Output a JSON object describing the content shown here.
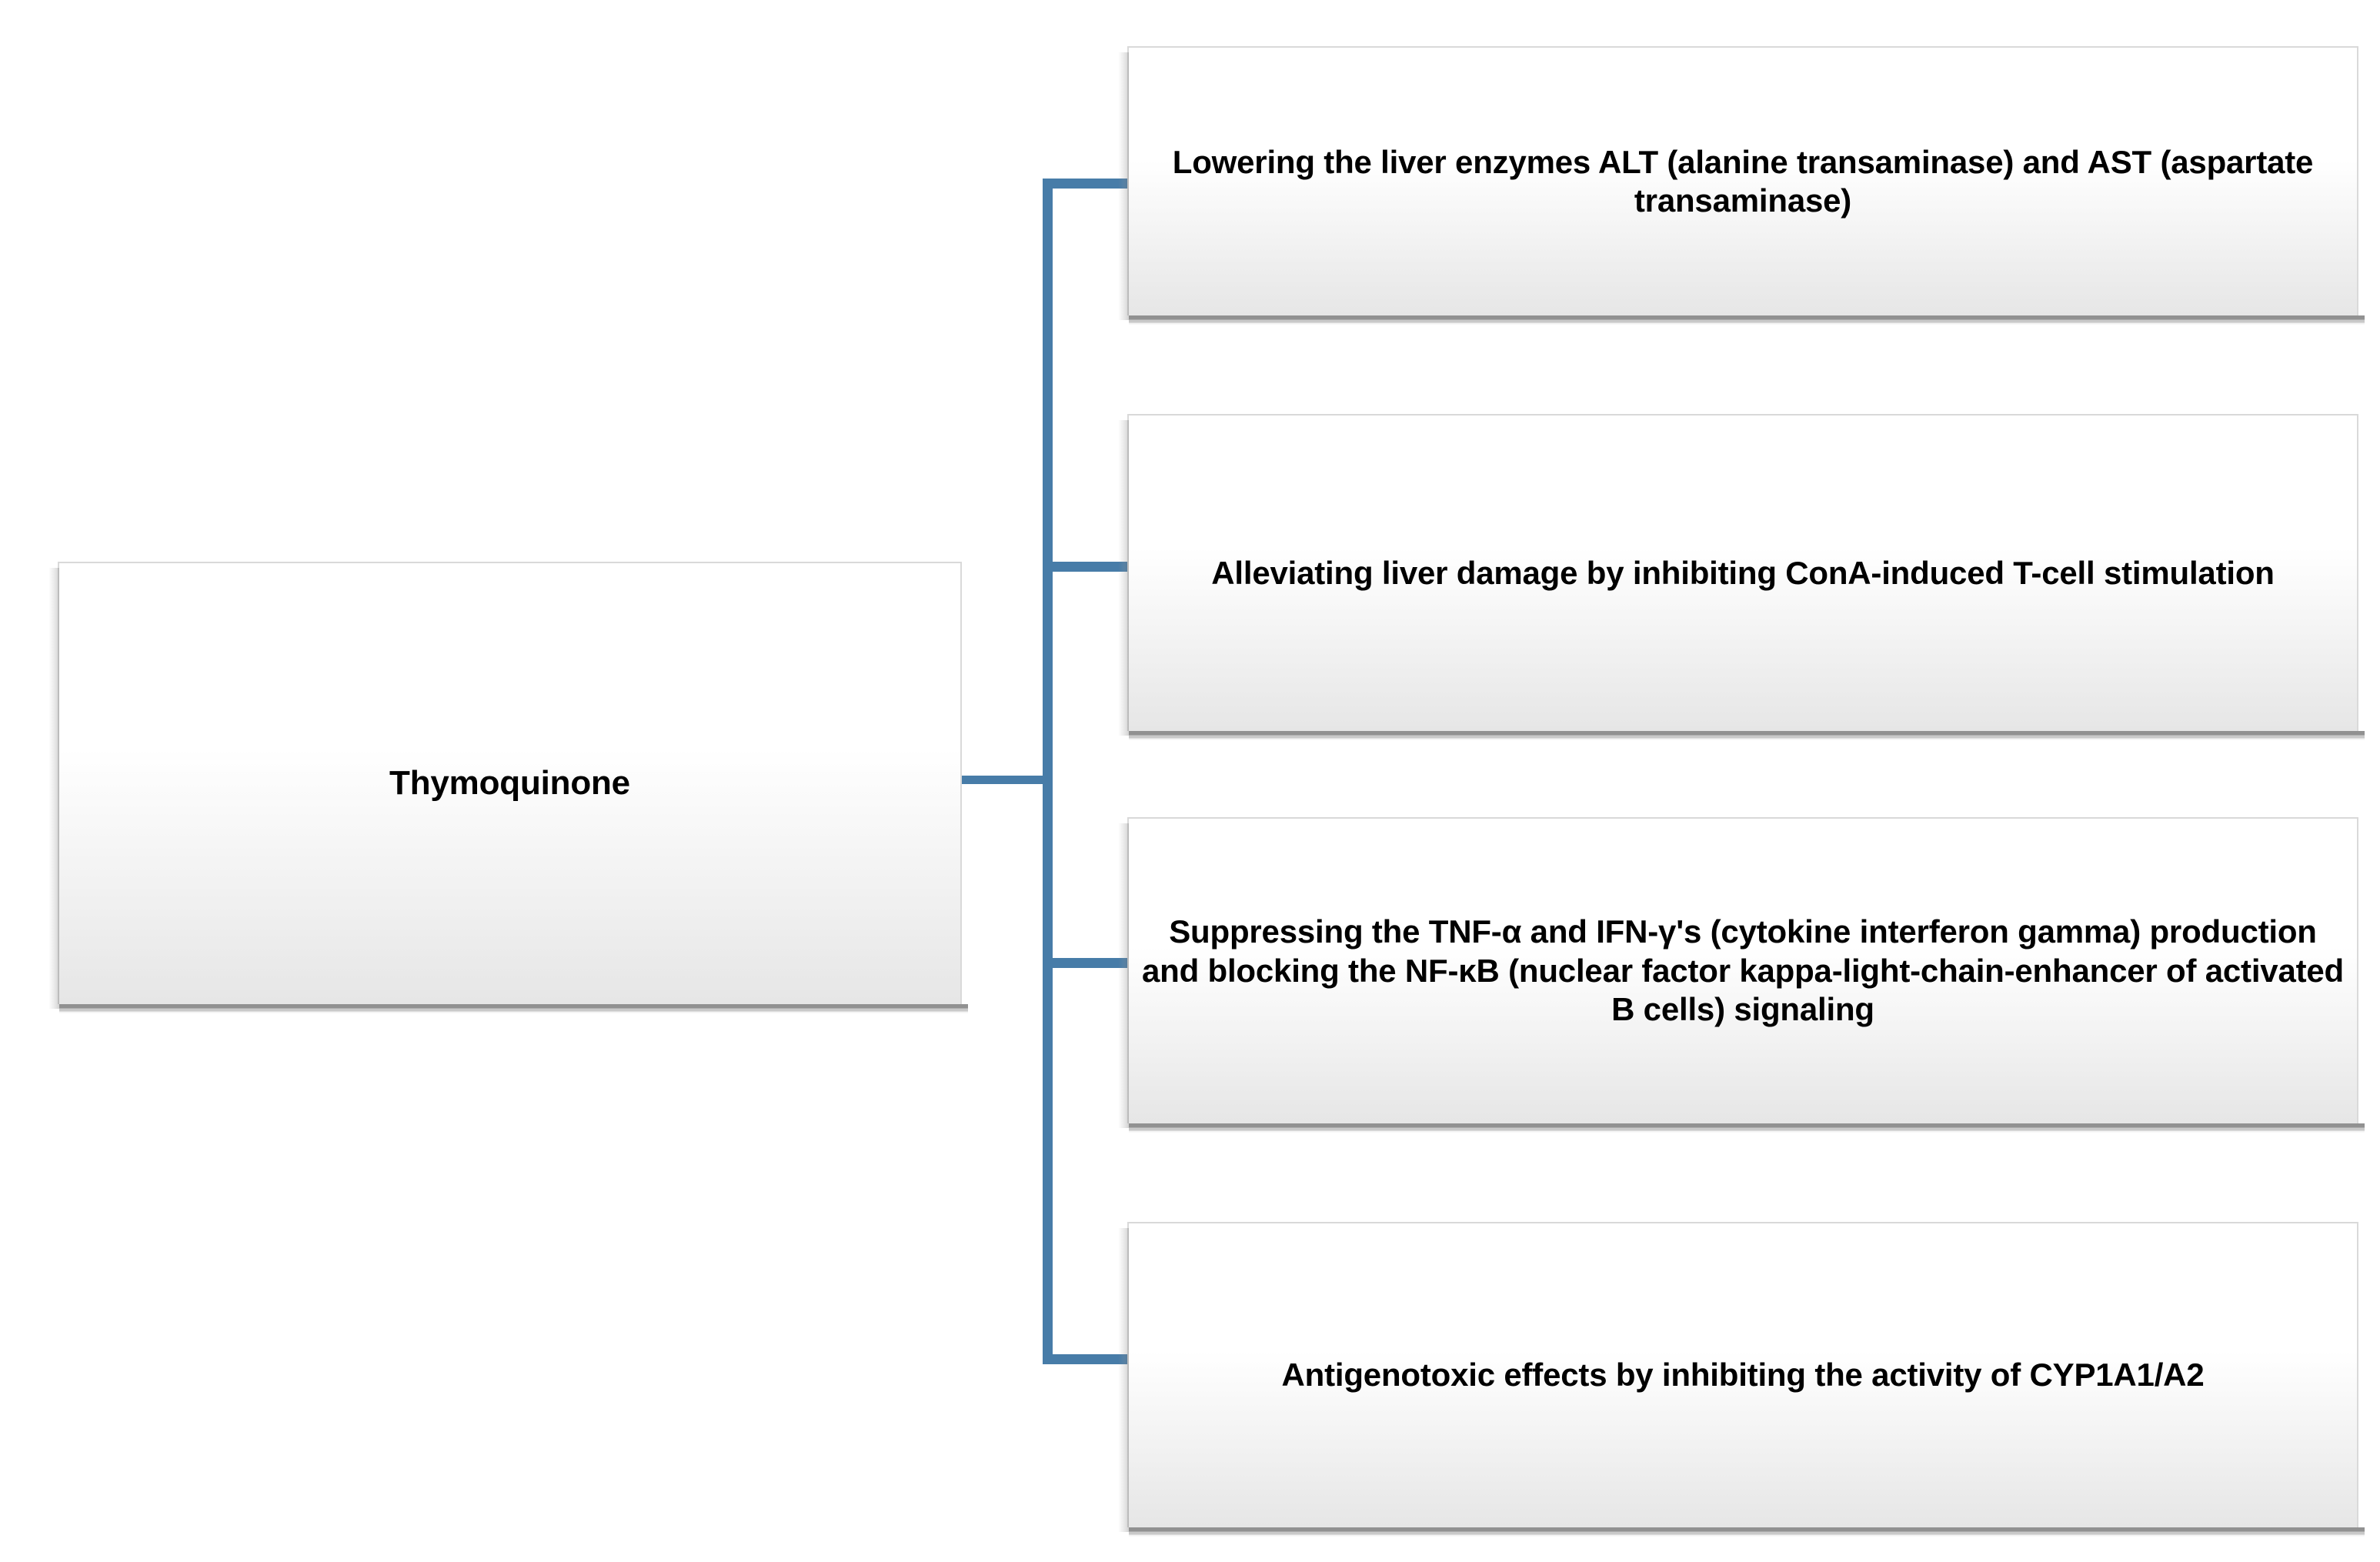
{
  "diagram": {
    "type": "hierarchy-tree",
    "orientation": "left-to-right",
    "accent_color": "#477CA8",
    "background_color": "#FFFFFF",
    "box_fill_top": "#FFFFFF",
    "box_fill_bottom": "#E6E6E6",
    "box_border_color": "#D9D9D9",
    "box_shadow_color": "#919191",
    "text_color": "#000000",
    "root": {
      "label": "Thymoquinone"
    },
    "children": [
      {
        "id": "effect-1",
        "label": "Lowering the liver enzymes ALT (alanine transaminase) and AST (aspartate transaminase)"
      },
      {
        "id": "effect-2",
        "label": "Alleviating liver damage by inhibiting ConA-induced T-cell stimulation"
      },
      {
        "id": "effect-3",
        "label": "Suppressing the TNF-α and IFN-γ's (cytokine interferon gamma) production and blocking the NF-κB (nuclear factor kappa-light-chain-enhancer of activated B cells) signaling"
      },
      {
        "id": "effect-4",
        "label": "Antigenotoxic effects by inhibiting the activity of CYP1A1/A2"
      }
    ]
  }
}
